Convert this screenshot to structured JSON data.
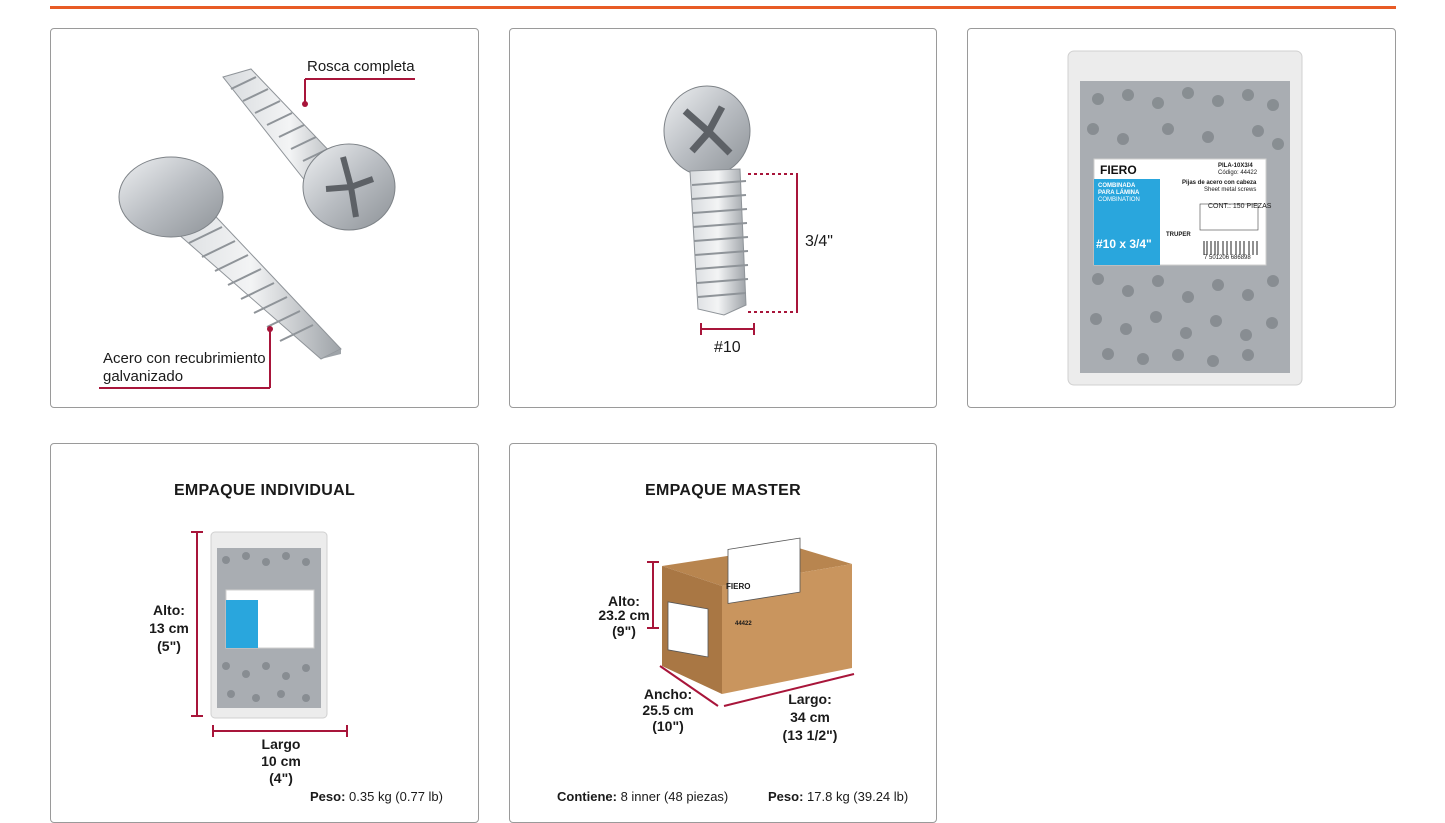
{
  "colors": {
    "accent": "#e85b25",
    "callout": "#a8153a",
    "bag_label": "#29a6dd",
    "box": "#c9955e"
  },
  "card1": {
    "callout_top": "Rosca completa",
    "callout_bottom_line1": "Acero con recubrimiento",
    "callout_bottom_line2": "galvanizado"
  },
  "card2": {
    "length_label": "3/4\"",
    "gauge_label": "#10"
  },
  "card3": {
    "bag": {
      "brand": "FIERO",
      "model": "PILA-10X3/4",
      "code": "Código: 44422",
      "desc_es": "Pijas de acero con cabeza",
      "desc_en": "Sheet metal screws",
      "type_line1": "COMBINADA",
      "type_line2": "PARA LÁMINA",
      "type_line3": "COMBINATION",
      "size": "#10 x 3/4\"",
      "contents": "CONT.: 150 PIEZAS",
      "barcode_number": "7 501206 686898",
      "truper": "TRUPER"
    }
  },
  "card4": {
    "title": "EMPAQUE INDIVIDUAL",
    "height_label": "Alto:",
    "height_cm": "13 cm",
    "height_in": "(5\")",
    "width_label": "Largo",
    "width_cm": "10 cm",
    "width_in": "(4\")",
    "weight_label": "Peso:",
    "weight_value": "0.35 kg (0.77 lb)"
  },
  "card5": {
    "title": "EMPAQUE MASTER",
    "height_label": "Alto:",
    "height_cm": "23.2 cm",
    "height_in": "(9\")",
    "width_label": "Ancho:",
    "width_cm": "25.5 cm",
    "width_in": "(10\")",
    "length_label": "Largo:",
    "length_cm": "34 cm",
    "length_in": "(13 1/2\")",
    "contains_label": "Contiene:",
    "contains_value": "8 inner (48 piezas)",
    "weight_label": "Peso:",
    "weight_value": "17.8 kg (39.24 lb)",
    "box_brand": "FIERO",
    "box_code": "44422"
  }
}
